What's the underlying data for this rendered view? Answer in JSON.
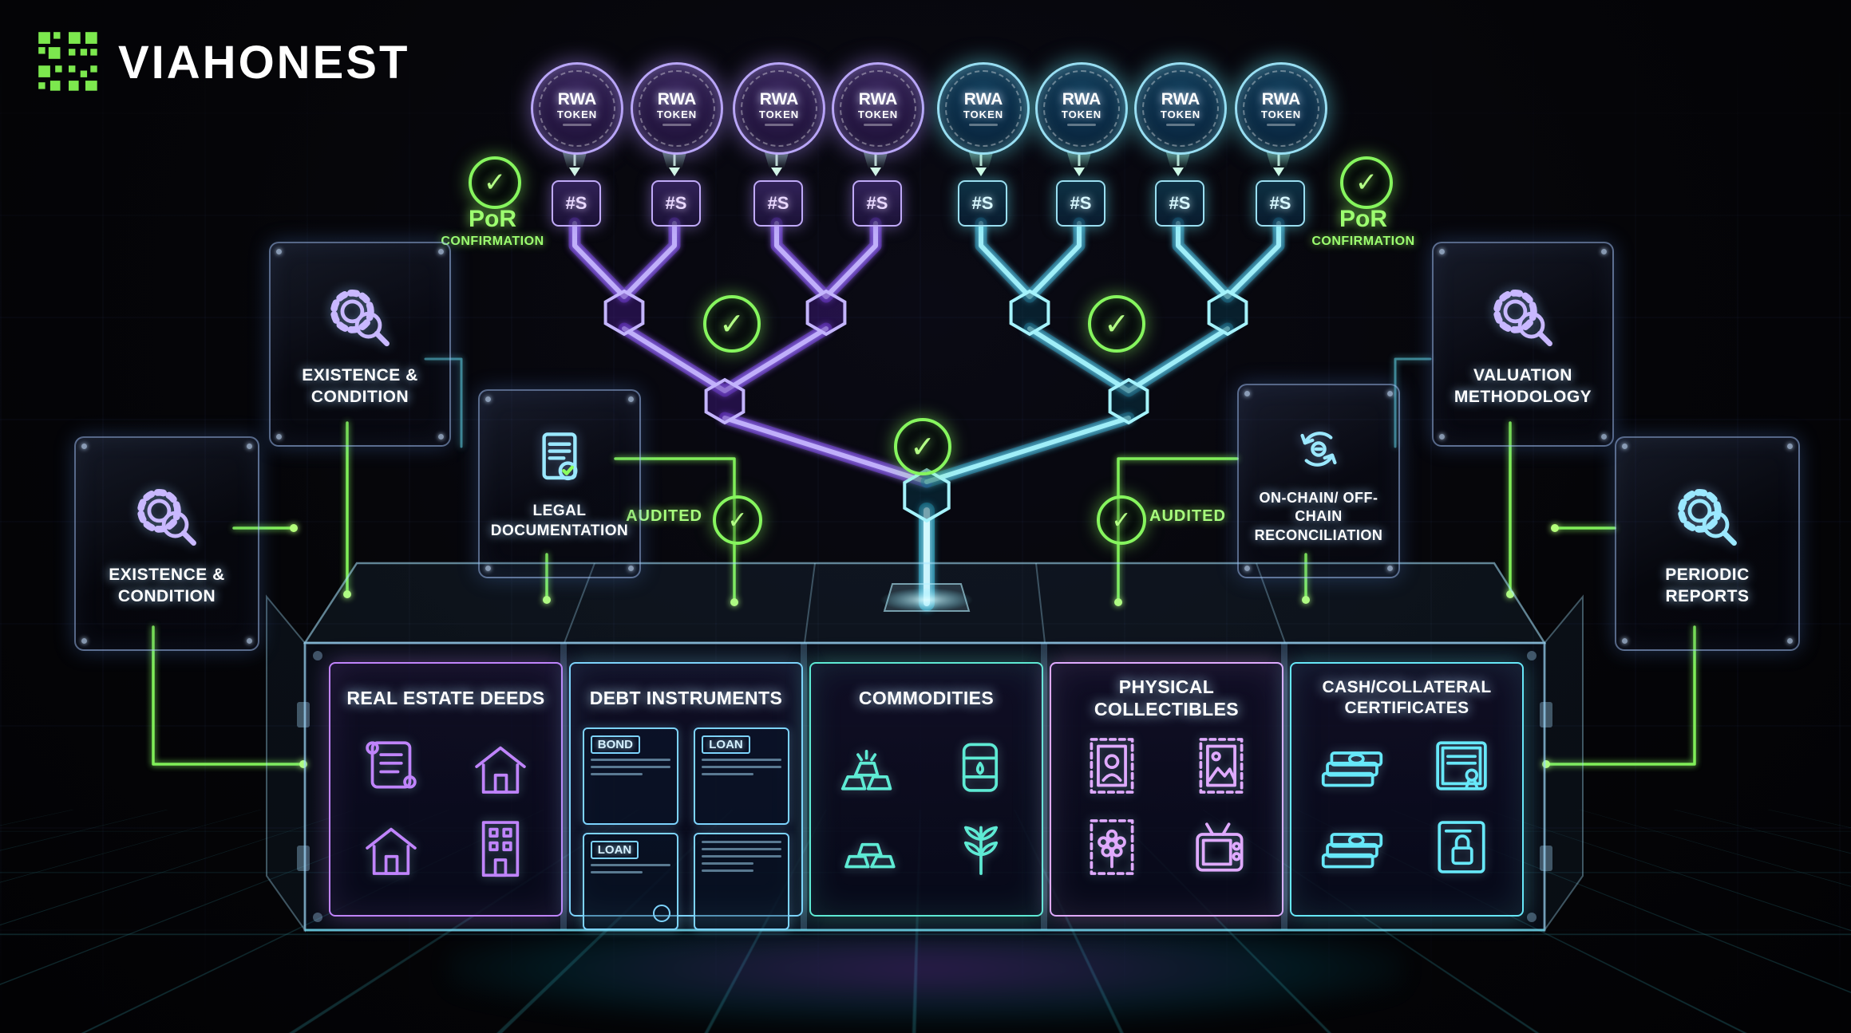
{
  "brand": {
    "name": "VIAHONEST"
  },
  "palette": {
    "purple": "#a78bfa",
    "cyan": "#67e8f9",
    "green": "#8aff5f",
    "white": "#ffffff"
  },
  "tree": {
    "token_line1": "RWA",
    "token_line2": "TOKEN",
    "token_count": 8,
    "hash_label": "#S"
  },
  "labels": {
    "por_line1": "PoR",
    "por_line2": "CONFIRMATION",
    "audited": "AUDITED",
    "check_glyph": "✓"
  },
  "cards": [
    {
      "id": "existence-condition-top-left",
      "title": "EXISTENCE & CONDITION",
      "icon": "gear-magnifier"
    },
    {
      "id": "existence-condition-left",
      "title": "EXISTENCE & CONDITION",
      "icon": "gear-magnifier"
    },
    {
      "id": "legal-documentation",
      "title": "LEGAL DOCUMENTATION",
      "icon": "document-seal"
    },
    {
      "id": "valuation-methodology",
      "title": "VALUATION METHODOLOGY",
      "icon": "gear-magnifier"
    },
    {
      "id": "onchain-offchain-reconciliation",
      "title": "ON-CHAIN/ OFF-CHAIN RECONCILIATION",
      "icon": "sync-arrows"
    },
    {
      "id": "periodic-reports",
      "title": "PERIODIC REPORTS",
      "icon": "gear-magnifier"
    }
  ],
  "vault": {
    "compartments": [
      {
        "title": "REAL ESTATE DEEDS",
        "accent": "#c084fc",
        "icons": [
          "scroll",
          "house",
          "house",
          "building"
        ]
      },
      {
        "title": "DEBT INSTRUMENTS",
        "accent": "#7dd3fc",
        "docs": [
          "BOND",
          "LOAN",
          "LOAN"
        ]
      },
      {
        "title": "COMMODITIES",
        "accent": "#5eead4",
        "icons": [
          "gold-bars",
          "oil-barrel",
          "gold-pile",
          "wheat"
        ]
      },
      {
        "title": "PHYSICAL COLLECTIBLES",
        "accent": "#e0aaff",
        "icons": [
          "stamp-portrait",
          "stamp-image",
          "stamp-flower",
          "tv"
        ]
      },
      {
        "title": "CASH/COLLATERAL CERTIFICATES",
        "accent": "#67e8f9",
        "icons": [
          "cash-stack",
          "certificate",
          "cash-stack",
          "lock-certificate"
        ]
      }
    ]
  }
}
